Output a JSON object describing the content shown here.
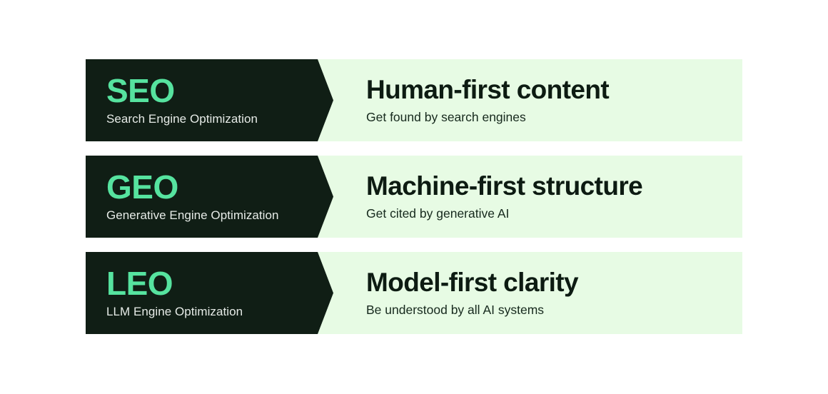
{
  "page": {
    "background_color": "#ffffff",
    "accent_color": "#56e39f",
    "dark_panel_color": "#101e15",
    "light_panel_color": "#e7fbe4",
    "headline_color": "#0d1b12"
  },
  "rows": [
    {
      "acronym": "SEO",
      "acronym_expanded": "Search Engine Optimization",
      "headline": "Human-first content",
      "subline": "Get found by search engines"
    },
    {
      "acronym": "GEO",
      "acronym_expanded": "Generative Engine Optimization",
      "headline": "Machine-first structure",
      "subline": "Get cited by generative AI"
    },
    {
      "acronym": "LEO",
      "acronym_expanded": "LLM Engine Optimization",
      "headline": "Model-first clarity",
      "subline": "Be understood by all AI systems"
    }
  ]
}
